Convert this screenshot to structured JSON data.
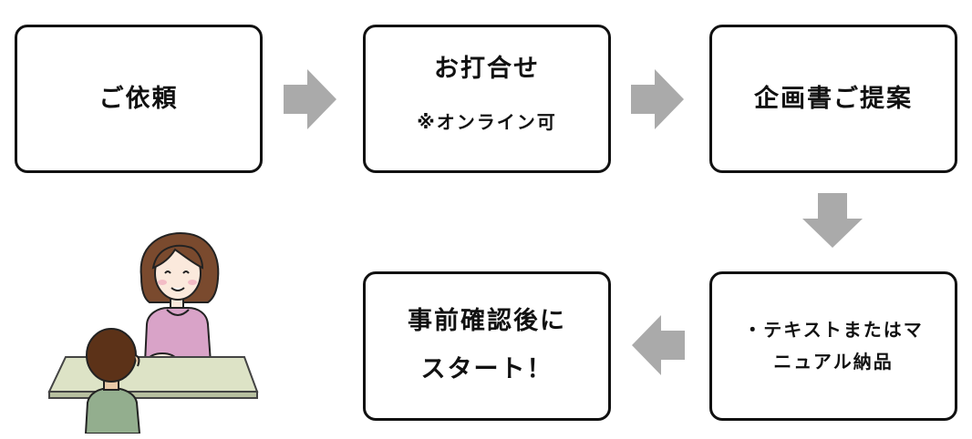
{
  "steps": {
    "request": "ご依頼",
    "meeting": {
      "title": "お打合せ",
      "note": "※オンライン可"
    },
    "proposal": "企画書ご提案",
    "delivery": {
      "line1": "・テキストまたはマ",
      "line2": "ニュアル納品"
    },
    "start": {
      "line1": "事前確認後に",
      "line2": "スタート！"
    }
  },
  "colors": {
    "arrow": "#aaaaaa",
    "border": "#111111",
    "woman_top": "#d9a3c8",
    "hair": "#7a4a2e",
    "table": "#dde3c6",
    "man_shirt": "#93ae8e"
  },
  "icons": {
    "flow_arrow": "block-arrow",
    "illustration": "consultation-people"
  }
}
